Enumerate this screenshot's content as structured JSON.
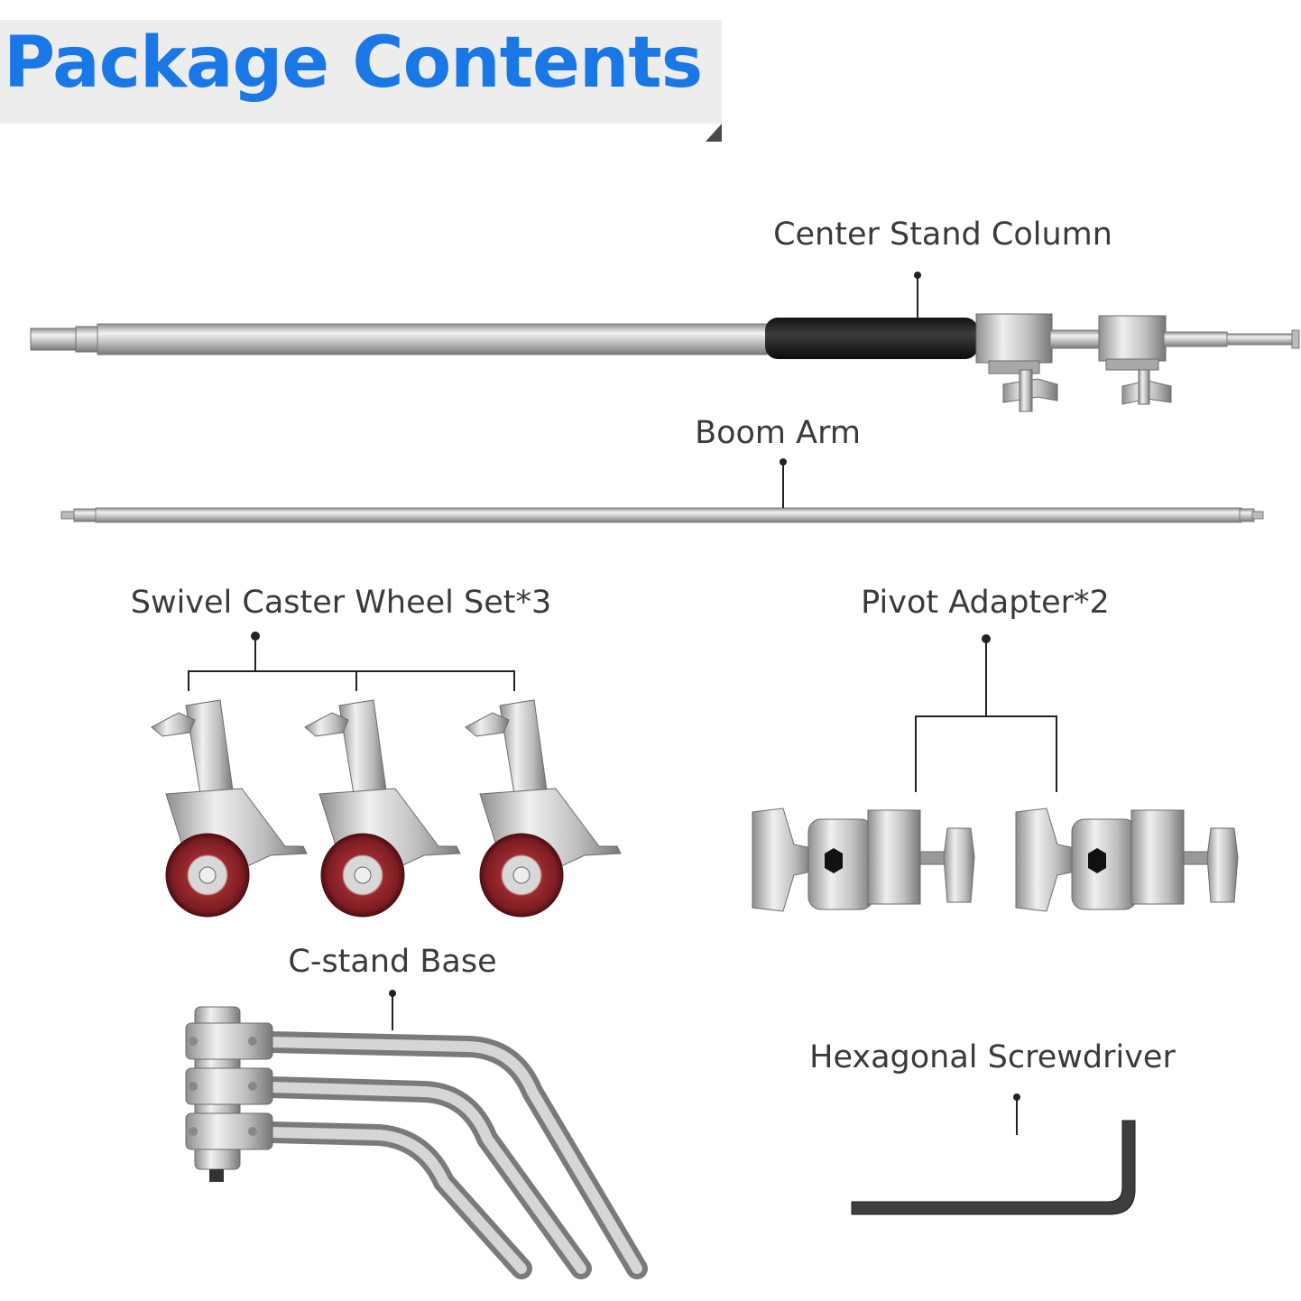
{
  "header": {
    "title": "Package Contents",
    "accent_color": "#1a78e6"
  },
  "items": {
    "center_stand_column": "Center Stand Column",
    "boom_arm": "Boom Arm",
    "swivel_caster_wheel_set": "Swivel Caster Wheel Set*3",
    "pivot_adapter": "Pivot Adapter*2",
    "c_stand_base": "C-stand Base",
    "hexagonal_screwdriver": "Hexagonal Screwdriver"
  }
}
